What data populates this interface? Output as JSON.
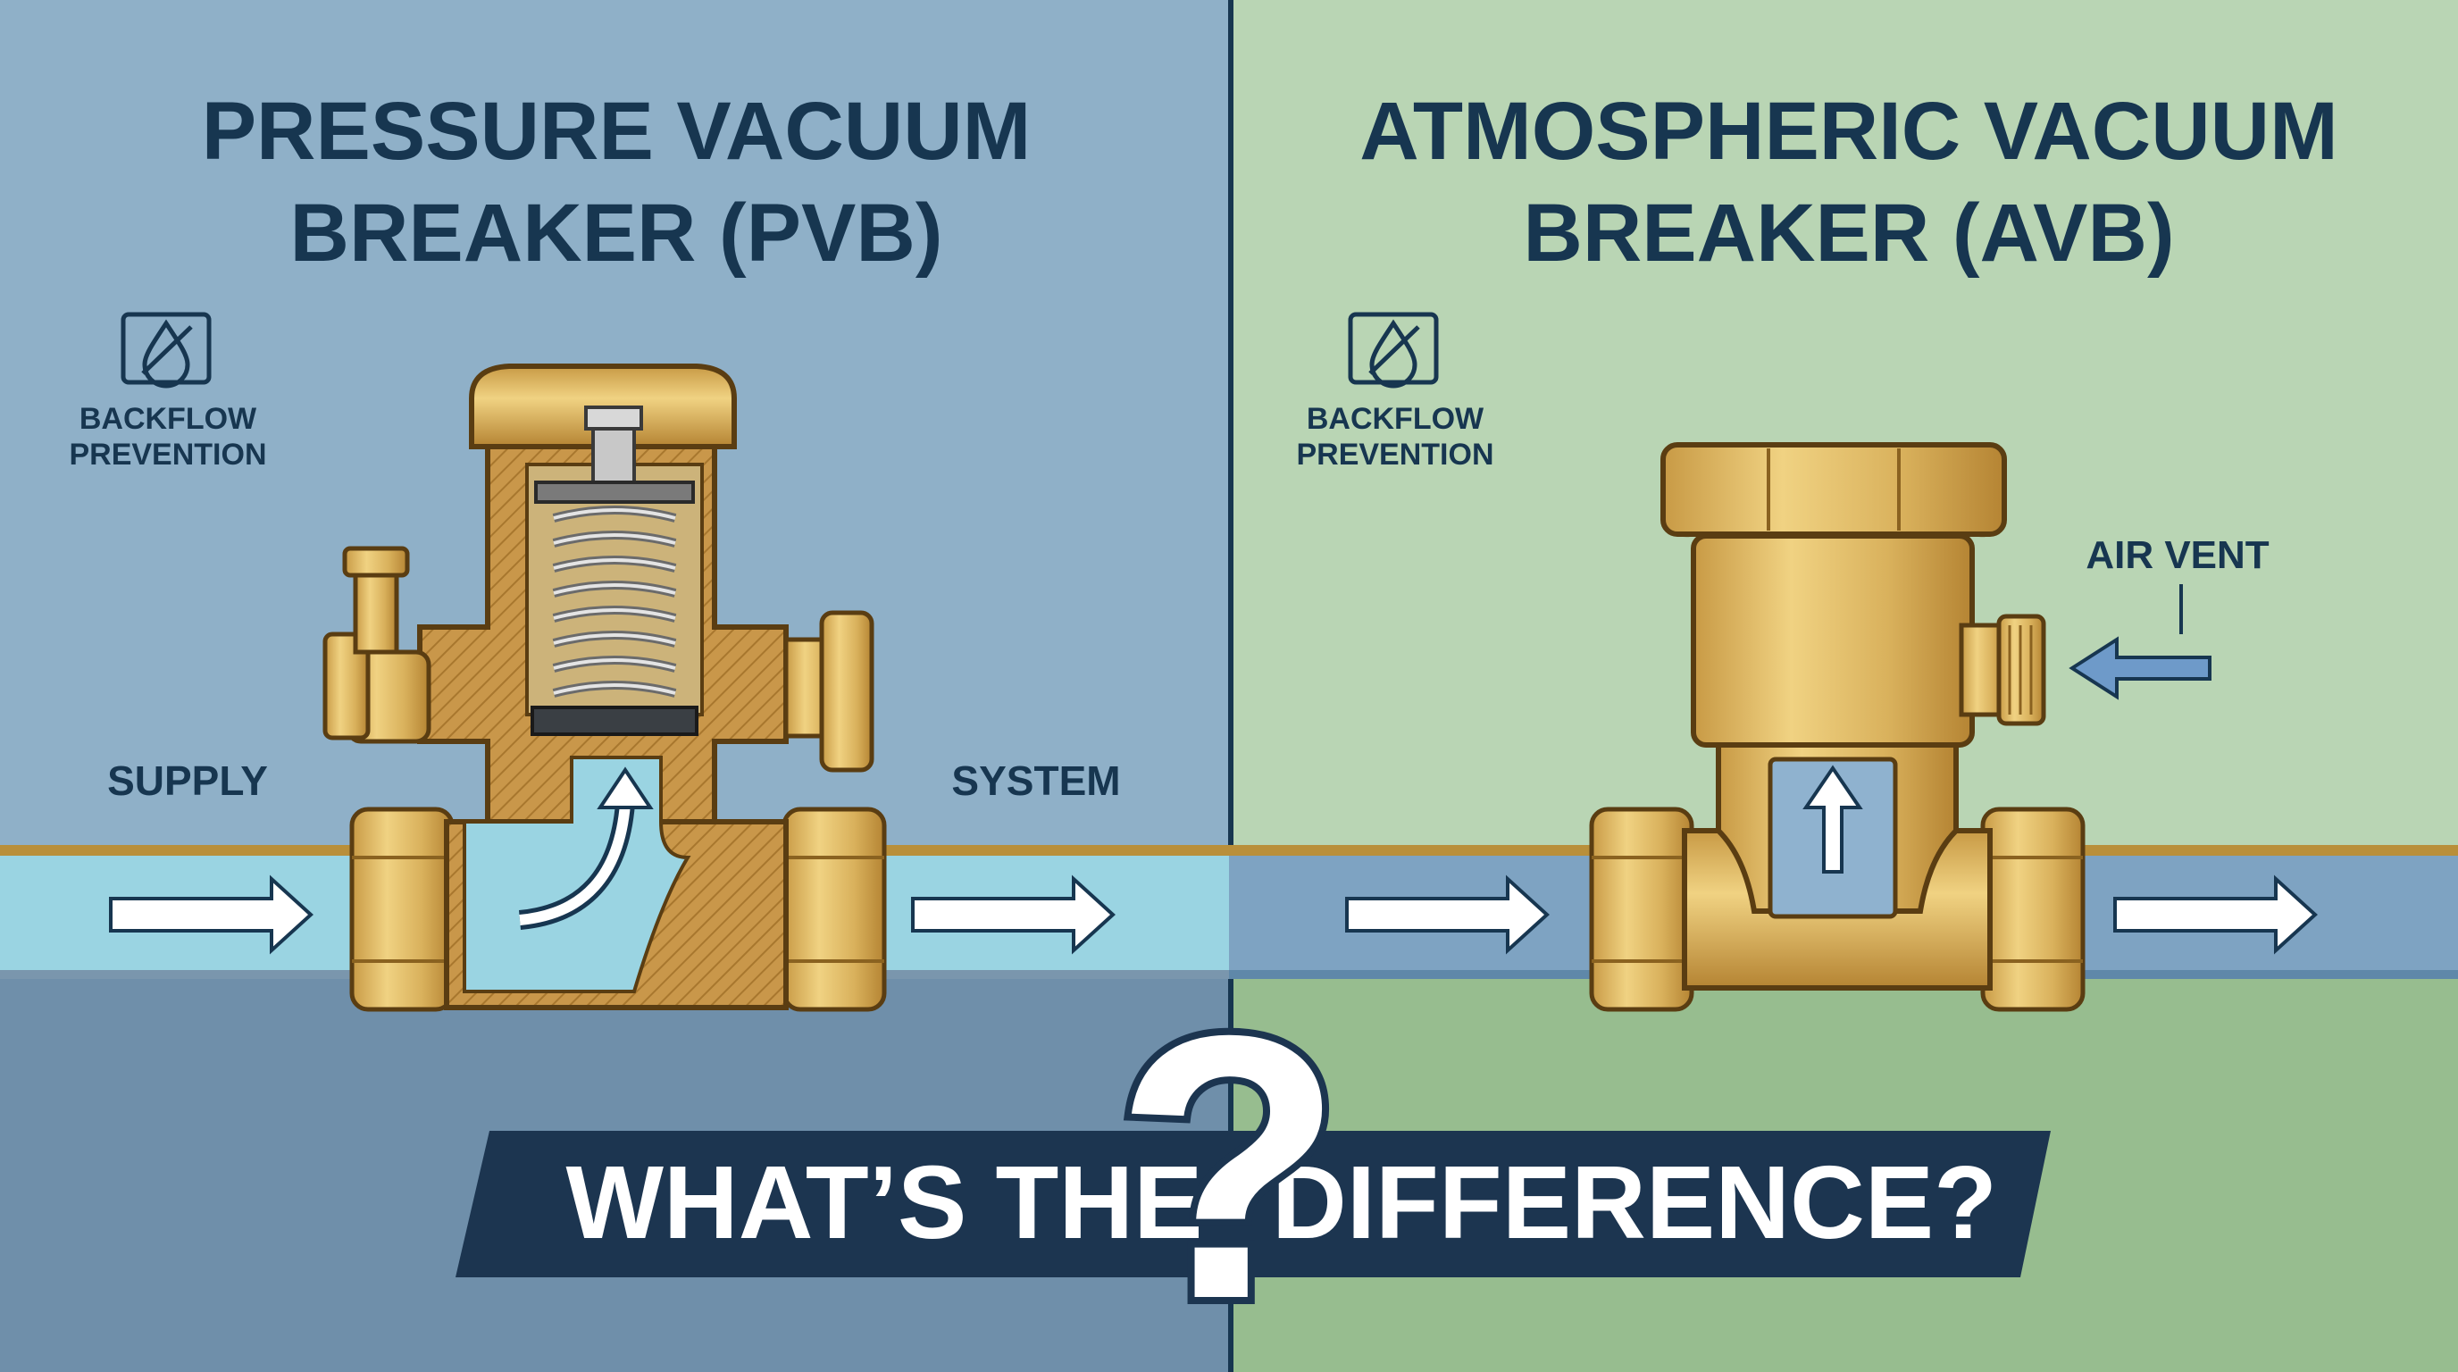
{
  "left_panel": {
    "title_line1": "PRESSURE VACUUM",
    "title_line2": "BREAKER (PVB)",
    "badge_line1": "BACKFLOW",
    "badge_line2": "PREVENTION",
    "supply_label": "SUPPLY",
    "system_label": "SYSTEM"
  },
  "right_panel": {
    "title_line1": "ATMOSPHERIC VACUUM",
    "title_line2": "BREAKER (AVB)",
    "badge_line1": "BACKFLOW",
    "badge_line2": "PREVENTION",
    "air_vent_label": "AIR VENT"
  },
  "banner": {
    "left_text": "WHAT’S THE",
    "right_text": "DIFFERENCE?",
    "question_mark": "?"
  },
  "icons": [
    "no-water-drop-icon",
    "flow-arrow-icon",
    "question-mark-icon"
  ],
  "colors": {
    "left_bg": "#8fb0c8",
    "left_bg_lower": "#6f8faa",
    "right_bg": "#b9d5b4",
    "right_bg_lower": "#97bd8f",
    "title_text": "#173650",
    "brass": "#d6ae55",
    "brass_dark": "#8a6220",
    "water": "#9ad4e2",
    "banner_bg": "#1c3550"
  }
}
